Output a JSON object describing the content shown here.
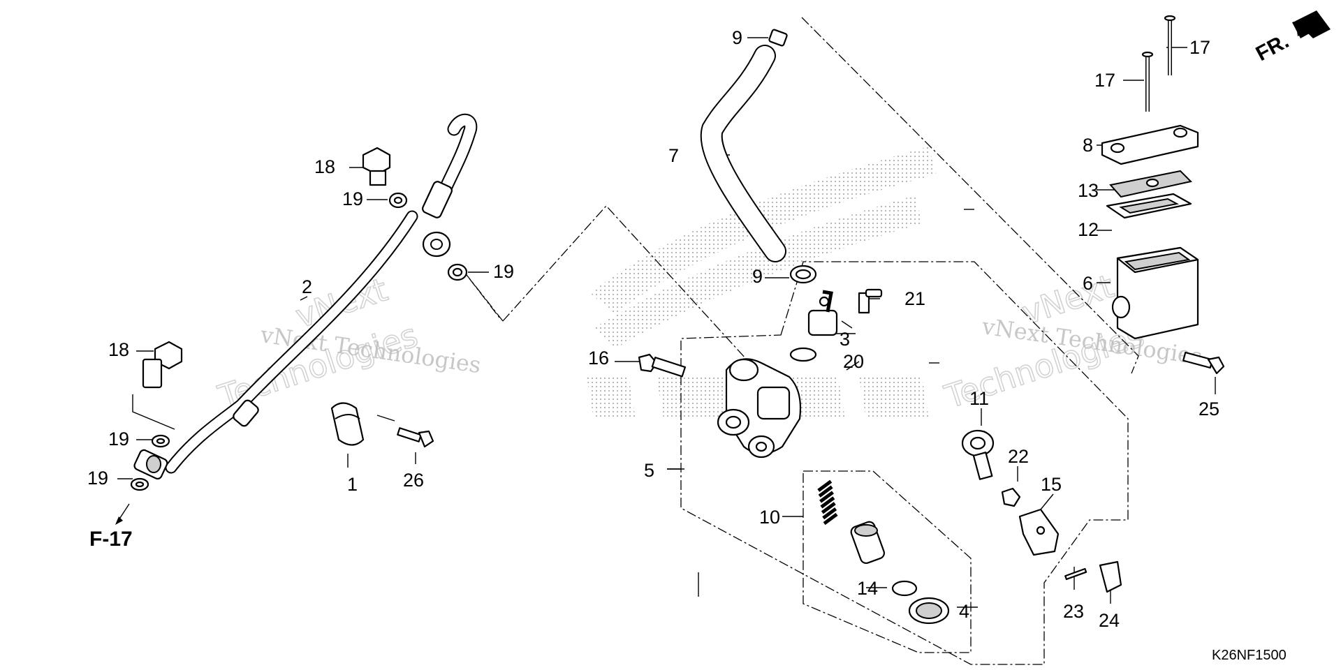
{
  "diagram": {
    "code": "K26NF1500",
    "direction_marker": "FR.",
    "reference": "F-17",
    "watermark_line1": "vNext Technologies",
    "watermark_line2": "vNext",
    "watermark_line3": "Technologies",
    "callouts": {
      "c1": "1",
      "c2": "2",
      "c3": "3",
      "c4": "4",
      "c5": "5",
      "c6": "6",
      "c7": "7",
      "c8": "8",
      "c9a": "9",
      "c9b": "9",
      "c10": "10",
      "c11": "11",
      "c12": "12",
      "c13": "13",
      "c14": "14",
      "c15": "15",
      "c16": "16",
      "c17a": "17",
      "c17b": "17",
      "c18a": "18",
      "c18b": "18",
      "c19a": "19",
      "c19b": "19",
      "c19c": "19",
      "c19d": "19",
      "c20": "20",
      "c21": "21",
      "c22": "22",
      "c23": "23",
      "c24": "24",
      "c25": "25",
      "c26": "26"
    }
  }
}
